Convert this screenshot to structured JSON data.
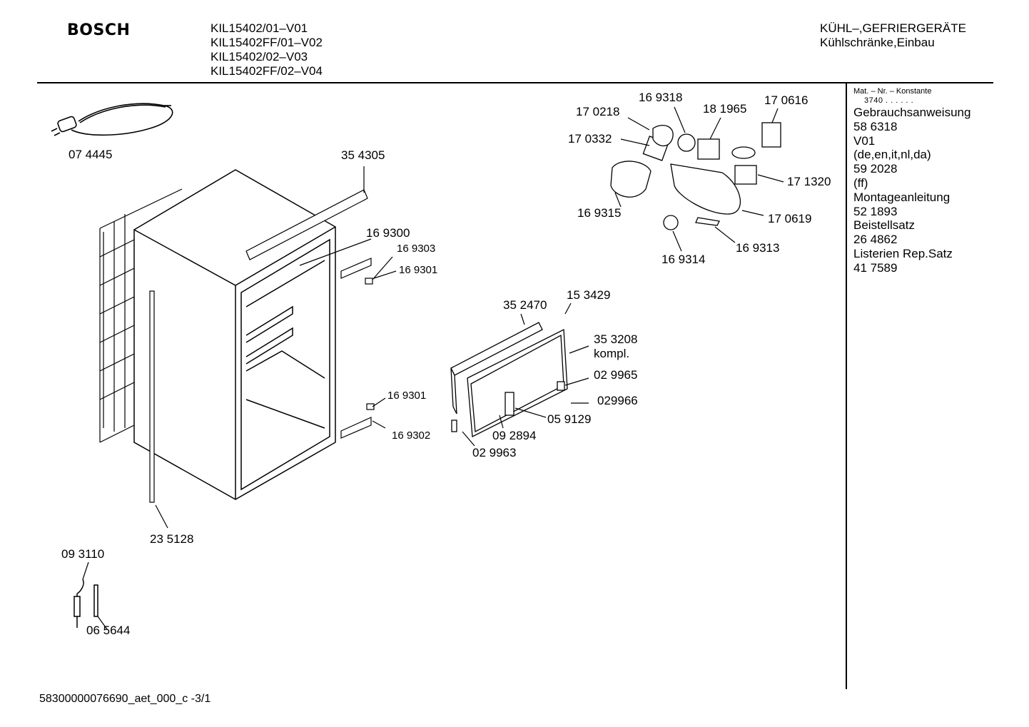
{
  "header": {
    "brand": "BOSCH",
    "models": [
      "KIL15402/01–V01",
      "KIL15402FF/01–V02",
      "KIL15402/02–V03",
      "KIL15402FF/02–V04"
    ],
    "category_line1": "KÜHL–,GEFRIERGERÄTE",
    "category_line2": "Kühlschränke,Einbau"
  },
  "sidebar": {
    "mat_label": "Mat. – Nr. – Konstante",
    "mat_value": "3740 . . . . . .",
    "items": [
      "Gebrauchsanweisung",
      "58 6318",
      "V01",
      "(de,en,it,nl,da)",
      "59 2028",
      "(ff)",
      "Montageanleitung",
      "52 1893",
      "Beistellsatz",
      "26 4862",
      "Listerien Rep.Satz",
      "41 7589"
    ]
  },
  "parts": {
    "p074445": "07 4445",
    "p354305": "35 4305",
    "p169300": "16 9300",
    "p169303": "16 9303",
    "p169301a": "16 9301",
    "p169301b": "16 9301",
    "p169302": "16 9302",
    "p235128": "23 5128",
    "p093110": "09 3110",
    "p065644": "06 5644",
    "p170218": "17 0218",
    "p169318": "16 9318",
    "p181965": "18 1965",
    "p170616": "17 0616",
    "p170332": "17 0332",
    "p171320": "17 1320",
    "p169315": "16 9315",
    "p170619": "17 0619",
    "p169314": "16 9314",
    "p169313": "16 9313",
    "p153429": "15 3429",
    "p352470": "35 2470",
    "p353208": "35 3208",
    "p353208b": "kompl.",
    "p029965": "02 9965",
    "p029966": "029966",
    "p059129": "05 9129",
    "p092894": "09 2894",
    "p029963": "02 9963"
  },
  "footer": {
    "code": "58300000076690_aet_000_c  -3/1"
  }
}
